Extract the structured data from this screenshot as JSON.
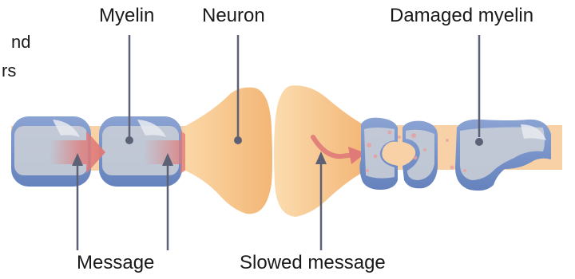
{
  "labels": {
    "myelin": "Myelin",
    "neuron": "Neuron",
    "damaged_myelin": "Damaged myelin",
    "message": "Message",
    "slowed_message": "Slowed message"
  },
  "cut_off_text": {
    "line1": "nd",
    "line2": "rs"
  },
  "colors": {
    "myelin_blue": "#6f8fc4",
    "myelin_gray": "#c9ccd2",
    "axon_peach": "#f8cf9c",
    "neuron_orange": "#f4b978",
    "arrow_red": "#e07a78",
    "pointer_line": "#5d6175",
    "damage_spot": "#e8a0a0"
  }
}
